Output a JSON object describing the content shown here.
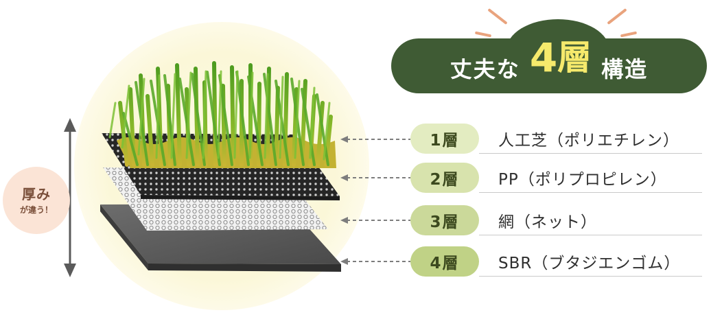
{
  "title": {
    "prefix": "丈夫な",
    "number": "4",
    "unit": "層",
    "suffix": "構造"
  },
  "thickness_badge": {
    "main": "厚み",
    "sub": "が違う！"
  },
  "layers": [
    {
      "label": "1層",
      "description": "人工芝（ポリエチレン）",
      "pill_color": "#e3ecc1"
    },
    {
      "label": "2層",
      "description": "PP（ポリプロピレン）",
      "pill_color": "#d8e3ad"
    },
    {
      "label": "3層",
      "description": "網（ネット）",
      "pill_color": "#cbd99a"
    },
    {
      "label": "4層",
      "description": "SBR（ブタジエンゴム）",
      "pill_color": "#c0d286"
    }
  ],
  "colors": {
    "title_bg": "#3f5b34",
    "title_accent": "#f6ea6c",
    "badge_bg": "#fbe4d6",
    "badge_text": "#7a4f3a",
    "ray": "#e9a37d"
  },
  "icons": {
    "thickness_arrow": "double-headed-vertical-arrow-icon",
    "leader": "dashed-arrow-icon"
  }
}
